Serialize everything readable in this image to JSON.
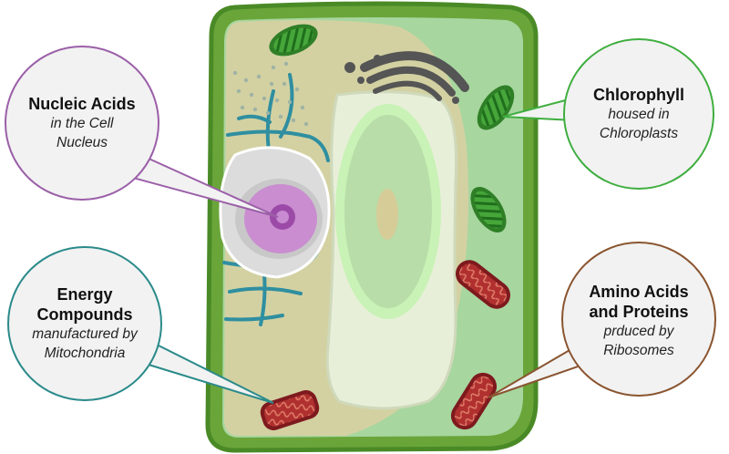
{
  "colors": {
    "cell_wall": "#6aa53a",
    "cell_wall_edge": "#4a8a26",
    "cytoplasm_light": "#a7d69f",
    "cytoplasm_dark": "#d3d1a2",
    "vacuole": "#e6efd8",
    "nucleus_ring": "#d9d9d9",
    "nucleolus": "#c58cc8",
    "er": "#2f8fa0",
    "golgi": "#555555",
    "chloroplast": "#3c9a2f",
    "mitochondria": "#a8242a",
    "callout_fill": "#f2f2f2",
    "nucleic_border": "#9b5fa8",
    "energy_border": "#2b8a8a",
    "chloro_border": "#3fae3f",
    "amino_border": "#8a5530"
  },
  "callouts": {
    "nucleic": {
      "title": "Nucleic Acids",
      "sub_line1": "in the Cell",
      "sub_line2": "Nucleus"
    },
    "energy": {
      "title_line1": "Energy",
      "title_line2": "Compounds",
      "sub_line1": "manufactured by",
      "sub_line2": "Mitochondria"
    },
    "chloro": {
      "title": "Chlorophyll",
      "sub_line1": "housed in",
      "sub_line2": "Chloroplasts"
    },
    "amino": {
      "title_line1": "Amino Acids",
      "title_line2": "and Proteins",
      "sub_line1": "prduced by",
      "sub_line2": "Ribosomes"
    }
  },
  "icons": {
    "nucleus": "nucleus-icon",
    "chloroplast": "chloroplast-icon",
    "mitochondrion": "mitochondrion-icon",
    "golgi": "golgi-apparatus-icon",
    "vacuole": "vacuole-icon"
  }
}
